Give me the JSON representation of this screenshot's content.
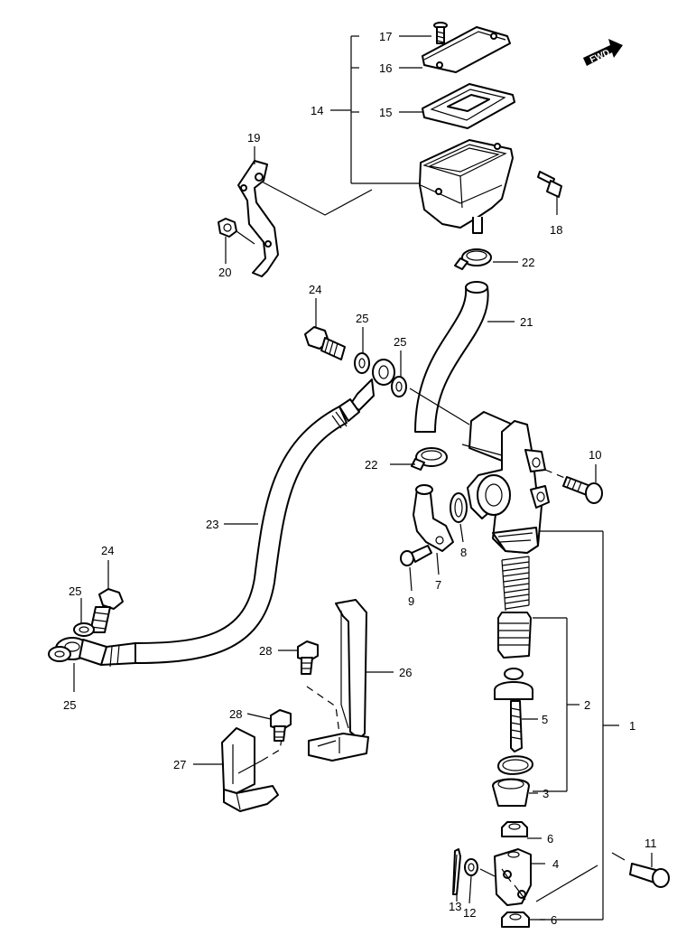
{
  "badge": {
    "fwd": "FWD"
  },
  "callouts": [
    {
      "id": "c1",
      "text": "1"
    },
    {
      "id": "c2",
      "text": "2"
    },
    {
      "id": "c3",
      "text": "3"
    },
    {
      "id": "c4",
      "text": "4"
    },
    {
      "id": "c5",
      "text": "5"
    },
    {
      "id": "c6a",
      "text": "6"
    },
    {
      "id": "c6b",
      "text": "6"
    },
    {
      "id": "c7",
      "text": "7"
    },
    {
      "id": "c8",
      "text": "8"
    },
    {
      "id": "c9",
      "text": "9"
    },
    {
      "id": "c10",
      "text": "10"
    },
    {
      "id": "c11",
      "text": "11"
    },
    {
      "id": "c12",
      "text": "12"
    },
    {
      "id": "c13",
      "text": "13"
    },
    {
      "id": "c14",
      "text": "14"
    },
    {
      "id": "c15",
      "text": "15"
    },
    {
      "id": "c16",
      "text": "16"
    },
    {
      "id": "c17",
      "text": "17"
    },
    {
      "id": "c18",
      "text": "18"
    },
    {
      "id": "c19",
      "text": "19"
    },
    {
      "id": "c20",
      "text": "20"
    },
    {
      "id": "c21",
      "text": "21"
    },
    {
      "id": "c22a",
      "text": "22"
    },
    {
      "id": "c22b",
      "text": "22"
    },
    {
      "id": "c23",
      "text": "23"
    },
    {
      "id": "c24a",
      "text": "24"
    },
    {
      "id": "c24b",
      "text": "24"
    },
    {
      "id": "c25a",
      "text": "25"
    },
    {
      "id": "c25b",
      "text": "25"
    },
    {
      "id": "c25c",
      "text": "25"
    },
    {
      "id": "c25d",
      "text": "25"
    },
    {
      "id": "c26",
      "text": "26"
    },
    {
      "id": "c27",
      "text": "27"
    },
    {
      "id": "c28a",
      "text": "28"
    },
    {
      "id": "c28b",
      "text": "28"
    }
  ]
}
